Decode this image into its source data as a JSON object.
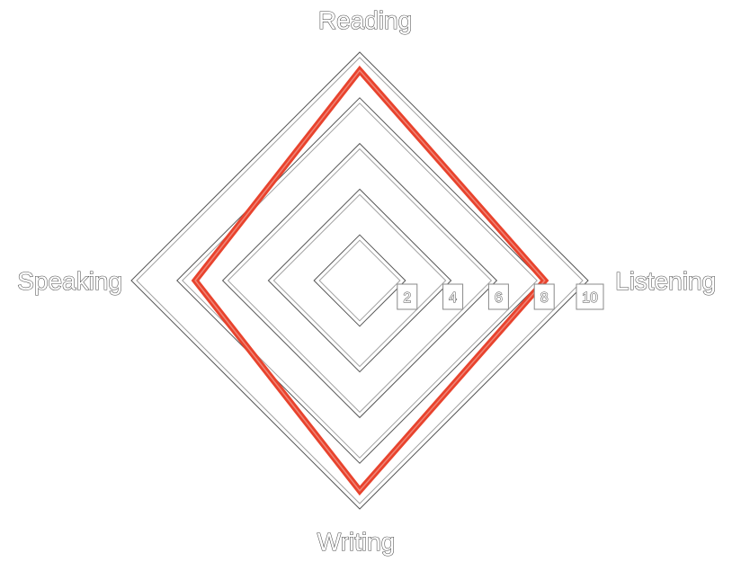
{
  "chart_data": {
    "type": "radar",
    "axes": [
      "Reading",
      "Listening",
      "Writing",
      "Speaking"
    ],
    "ticks": [
      2,
      4,
      6,
      8,
      10
    ],
    "range": [
      0,
      10
    ],
    "series": [
      {
        "values": [
          9.2,
          8.1,
          9.2,
          7.2
        ],
        "color": "#e8432d"
      }
    ]
  }
}
